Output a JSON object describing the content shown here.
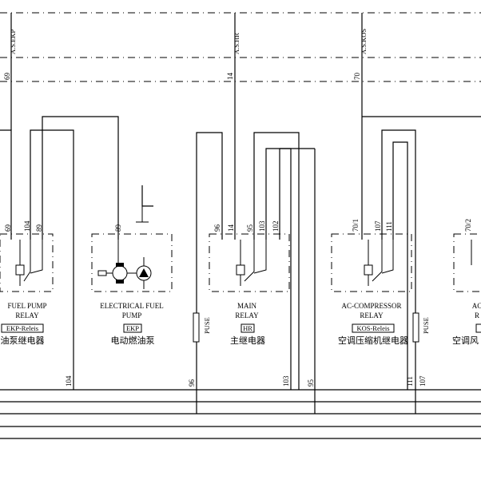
{
  "signals": {
    "ekp": {
      "tag": "A.S.EKP",
      "wire": "69"
    },
    "hr": {
      "tag": "A.S.HR",
      "wire": "14"
    },
    "kos": {
      "tag": "A.S.KOS",
      "wire": "70"
    }
  },
  "components": {
    "fuel_pump_relay": {
      "name_line1": "FUEL PUMP",
      "name_line2": "RELAY",
      "code": "EKP-Releis",
      "cn": "油泵继电器",
      "pins": [
        "69",
        "104",
        "89"
      ]
    },
    "electrical_fuel_pump": {
      "name_line1": "ELECTRICAL FUEL",
      "name_line2": "PUMP",
      "code": "EKP",
      "cn": "电动燃油泵",
      "pins": [
        "89"
      ]
    },
    "main_relay": {
      "name_line1": "MAIN",
      "name_line2": "RELAY",
      "code": "HR",
      "cn": "主继电器",
      "pins": [
        "96",
        "14",
        "95",
        "103",
        "102"
      ]
    },
    "ac_compressor_relay": {
      "name_line1": "AC-COMPRESSOR",
      "name_line2": "RELAY",
      "code": "KOS-Releis",
      "cn": "空调压缩机继电器",
      "pins": [
        "70/1",
        "107",
        "111"
      ]
    },
    "ac_relay_partial": {
      "name_line1": "AC",
      "name_line2": "R",
      "cn": "空调风",
      "pins": [
        "70/2"
      ]
    }
  },
  "fuses": {
    "left": "PUSE",
    "right": "PUSE"
  },
  "bus_wires": [
    "104",
    "96",
    "103",
    "95",
    "111",
    "107"
  ]
}
